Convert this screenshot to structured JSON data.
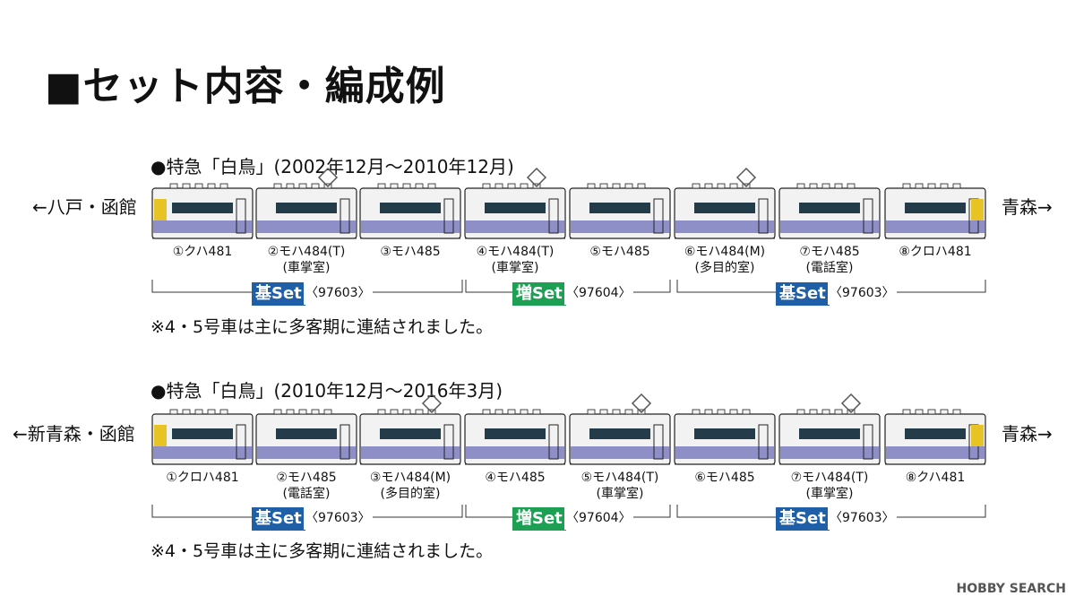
{
  "heading": "■セット内容・編成例",
  "colors": {
    "car_body": "#f2f2f2",
    "car_stripe": "#8f8fc8",
    "window": "#243b49",
    "pantograph": "#555555",
    "yellow": "#e8c326",
    "base_set": "#1f5fa8",
    "add_set": "#1ea054"
  },
  "formations": [
    {
      "title": "●特急「白鳥」(2002年12月〜2010年12月)",
      "left_direction": "←八戸・函館",
      "right_direction": "青森→",
      "note": "※4・5号車は主に多客期に連結されました。",
      "cars": [
        {
          "name": "①クハ481",
          "sub": ""
        },
        {
          "name": "②モハ484(T)",
          "sub": "(車掌室)"
        },
        {
          "name": "③モハ485",
          "sub": ""
        },
        {
          "name": "④モハ484(T)",
          "sub": "(車掌室)"
        },
        {
          "name": "⑤モハ485",
          "sub": ""
        },
        {
          "name": "⑥モハ484(M)",
          "sub": "(多目的室)"
        },
        {
          "name": "⑦モハ485",
          "sub": "(電話室)"
        },
        {
          "name": "⑧クロハ481",
          "sub": ""
        }
      ],
      "sets": [
        {
          "label": "基Set",
          "code": "〈97603〉",
          "kind": "base"
        },
        {
          "label": "増Set",
          "code": "〈97604〉",
          "kind": "add"
        },
        {
          "label": "基Set",
          "code": "〈97603〉",
          "kind": "base"
        }
      ]
    },
    {
      "title": "●特急「白鳥」(2010年12月〜2016年3月)",
      "left_direction": "←新青森・函館",
      "right_direction": "青森→",
      "note": "※4・5号車は主に多客期に連結されました。",
      "cars": [
        {
          "name": "①クロハ481",
          "sub": ""
        },
        {
          "name": "②モハ485",
          "sub": "(電話室)"
        },
        {
          "name": "③モハ484(M)",
          "sub": "(多目的室)"
        },
        {
          "name": "④モハ485",
          "sub": ""
        },
        {
          "name": "⑤モハ484(T)",
          "sub": "(車掌室)"
        },
        {
          "name": "⑥モハ485",
          "sub": ""
        },
        {
          "name": "⑦モハ484(T)",
          "sub": "(車掌室)"
        },
        {
          "name": "⑧クハ481",
          "sub": ""
        }
      ],
      "sets": [
        {
          "label": "基Set",
          "code": "〈97603〉",
          "kind": "base"
        },
        {
          "label": "増Set",
          "code": "〈97604〉",
          "kind": "add"
        },
        {
          "label": "基Set",
          "code": "〈97603〉",
          "kind": "base"
        }
      ]
    }
  ],
  "watermark": "HOBBY SEARCH"
}
